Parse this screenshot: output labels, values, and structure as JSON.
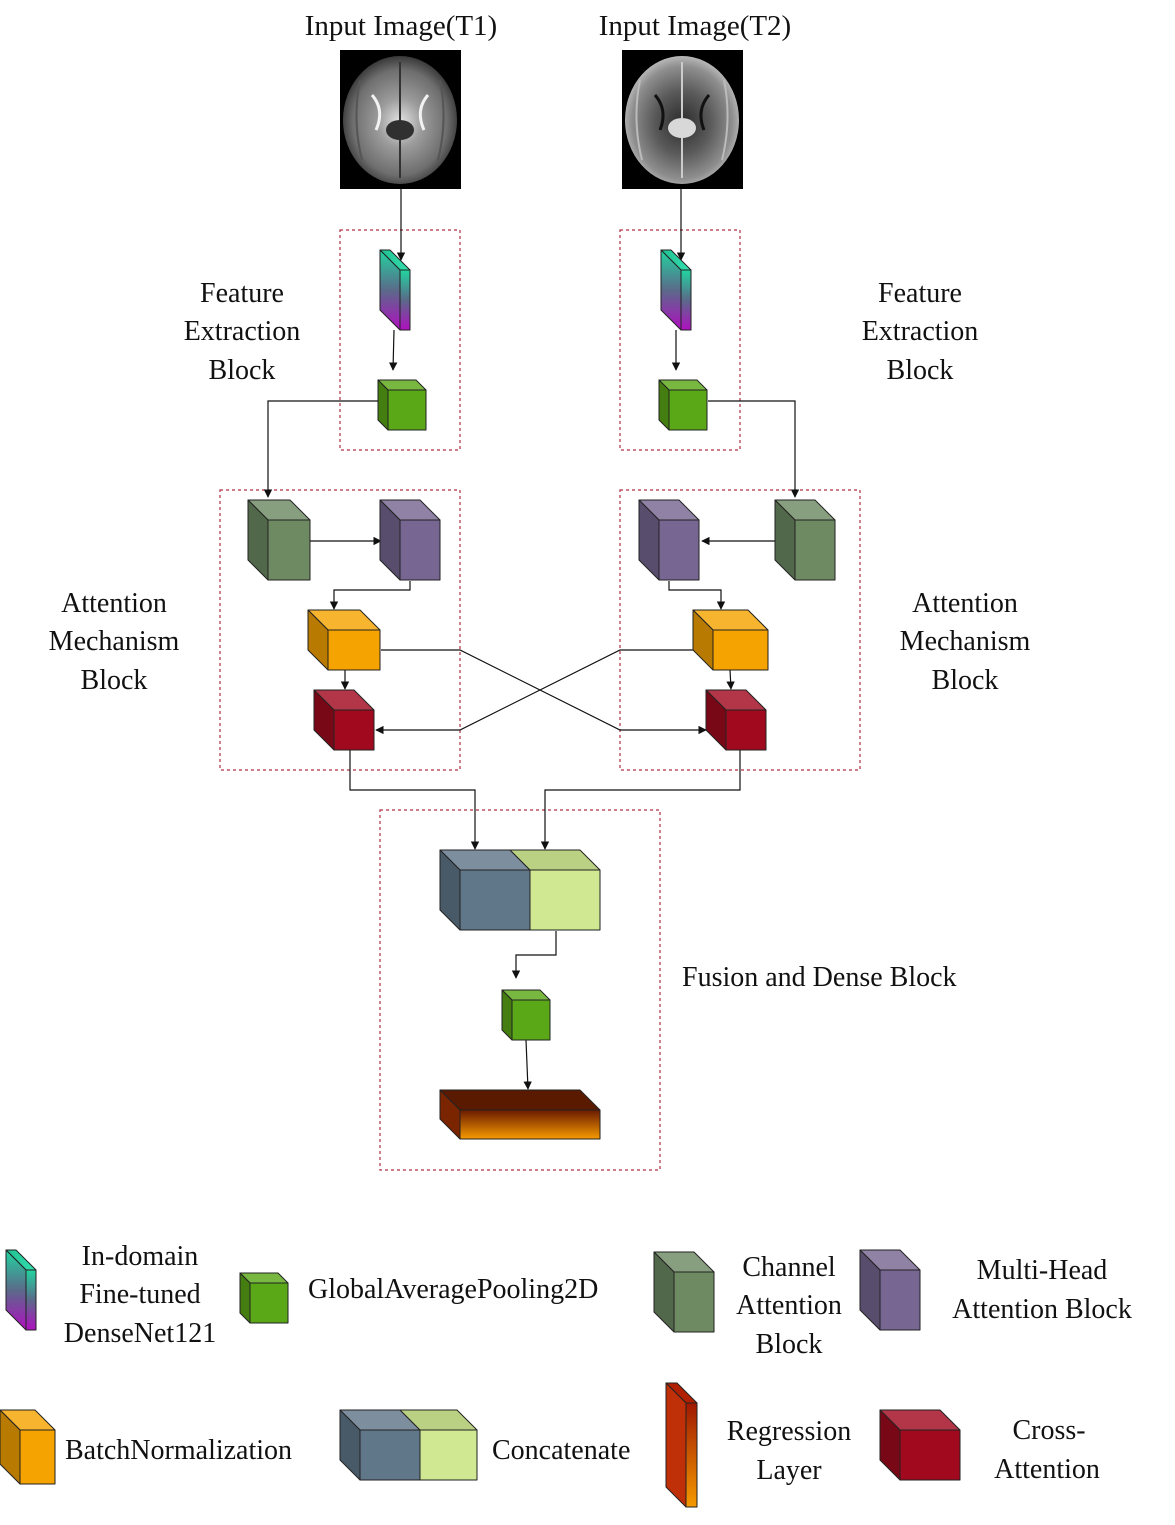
{
  "inputs": {
    "t1_title": "Input Image(T1)",
    "t2_title": "Input Image(T2)"
  },
  "blocks": {
    "feature_left": [
      "Feature",
      "Extraction",
      "Block"
    ],
    "feature_right": [
      "Feature",
      "Extraction",
      "Block"
    ],
    "attention_left": [
      "Attention",
      "Mechanism",
      "Block"
    ],
    "attention_right": [
      "Attention",
      "Mechanism",
      "Block"
    ],
    "fusion": "Fusion and Dense Block"
  },
  "legend": {
    "densenet": [
      "In-domain",
      "Fine-tuned",
      "DenseNet121"
    ],
    "gap": "GlobalAveragePooling2D",
    "channel_attention": [
      "Channel",
      "Attention",
      "Block"
    ],
    "mha": [
      "Multi-Head",
      "Attention Block"
    ],
    "batchnorm": "BatchNormalization",
    "concatenate": "Concatenate",
    "regression": [
      "Regression",
      "Layer"
    ],
    "cross_attention": [
      "Cross-",
      "Attention"
    ]
  },
  "colors": {
    "gap_green": "#5aa817",
    "channel_attention": "#6d8a62",
    "mha_purple": "#776691",
    "batchnorm_orange": "#f5a300",
    "cross_attention_red": "#a10a1e",
    "concat_slate": "#607689",
    "concat_light": "#cfe891",
    "densenet_gradient": [
      "#22d4a0",
      "#5a6a8a",
      "#b00fc0"
    ],
    "regression_gradient": [
      "#6a1a00",
      "#f59a00"
    ],
    "block_border": "#b03040"
  }
}
